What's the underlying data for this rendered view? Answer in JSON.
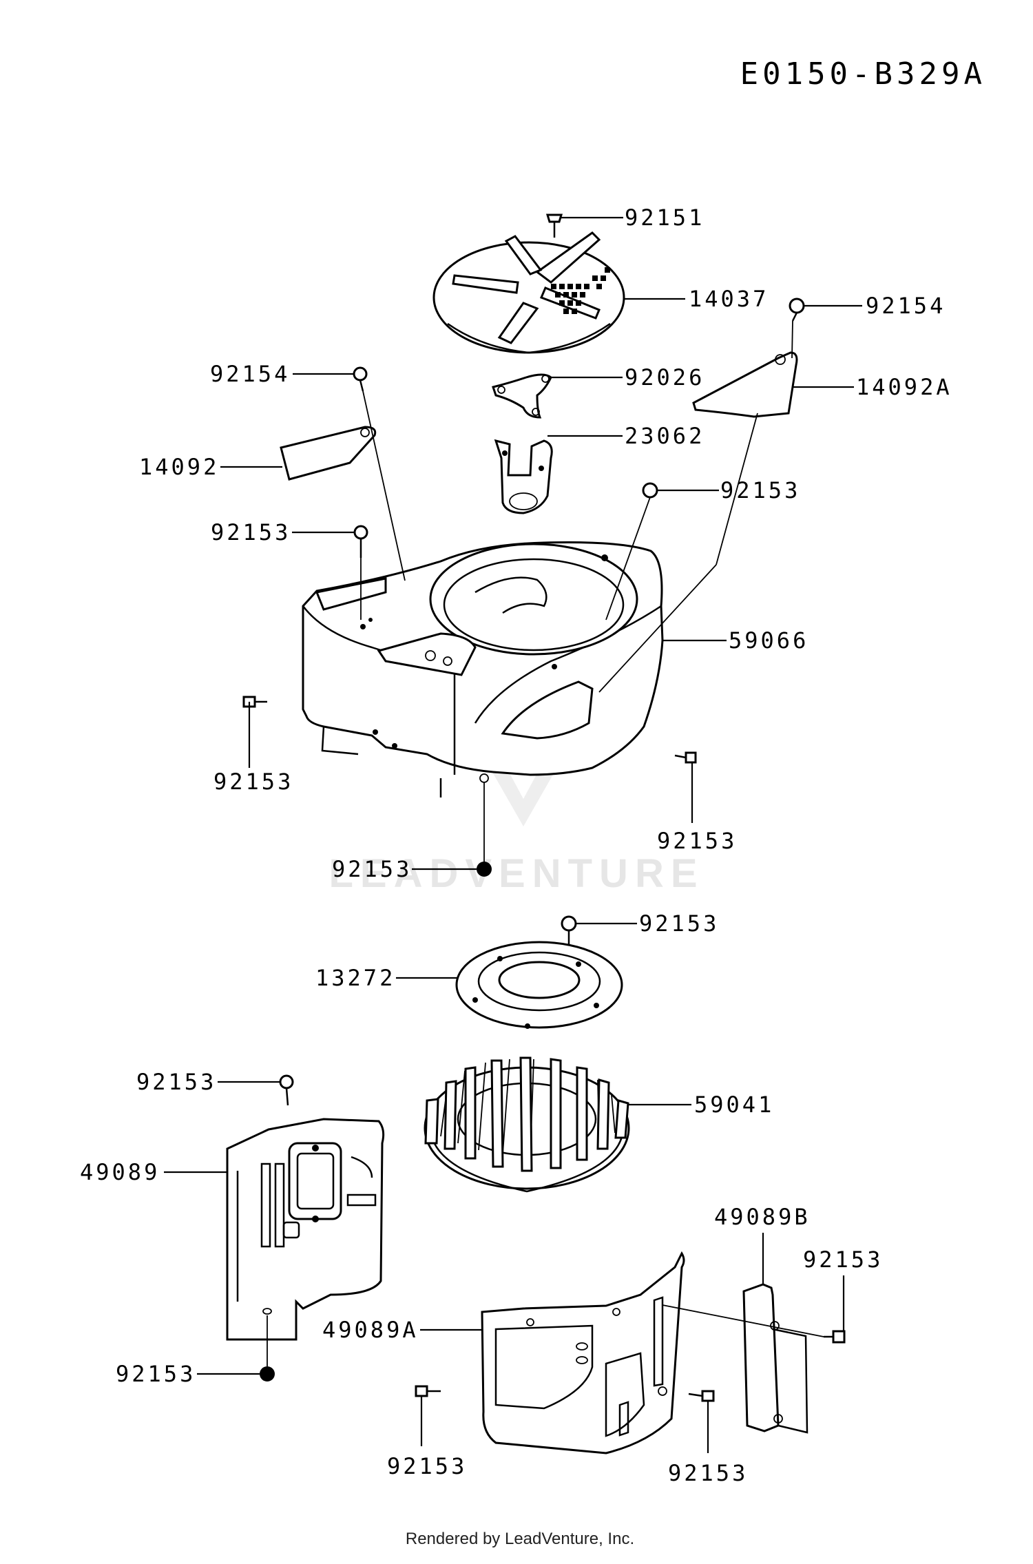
{
  "diagram_code": "E0150-B329A",
  "watermark": "LEADVENTURE",
  "footer": "Rendered by LeadVenture, Inc.",
  "part_labels": {
    "l01": "92151",
    "l02": "14037",
    "l03": "92154",
    "l04": "92154",
    "l05": "92026",
    "l06": "14092A",
    "l07": "14092",
    "l08": "23062",
    "l09": "92153",
    "l10": "92153",
    "l11": "59066",
    "l12": "92153",
    "l13": "92153",
    "l14": "92153",
    "l15": "92153",
    "l16": "13272",
    "l17": "92153",
    "l18": "59041",
    "l19": "49089",
    "l20": "49089B",
    "l21": "92153",
    "l22": "49089A",
    "l23": "92153",
    "l24": "92153",
    "l25": "92153"
  }
}
